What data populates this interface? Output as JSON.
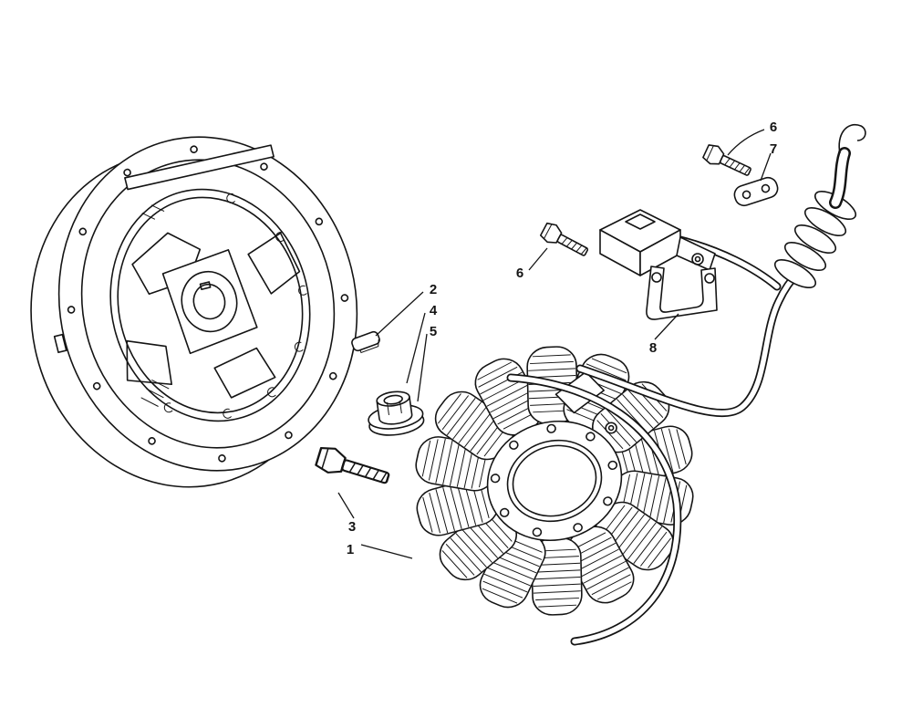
{
  "page": {
    "background_color": "#ffffff",
    "line_color": "#141414"
  },
  "callouts": {
    "c1": {
      "label": "1"
    },
    "c2": {
      "label": "2"
    },
    "c3": {
      "label": "3"
    },
    "c4": {
      "label": "4"
    },
    "c5": {
      "label": "5"
    },
    "c6a": {
      "label": "6"
    },
    "c6b": {
      "label": "6"
    },
    "c7": {
      "label": "7"
    },
    "c8": {
      "label": "8"
    }
  }
}
